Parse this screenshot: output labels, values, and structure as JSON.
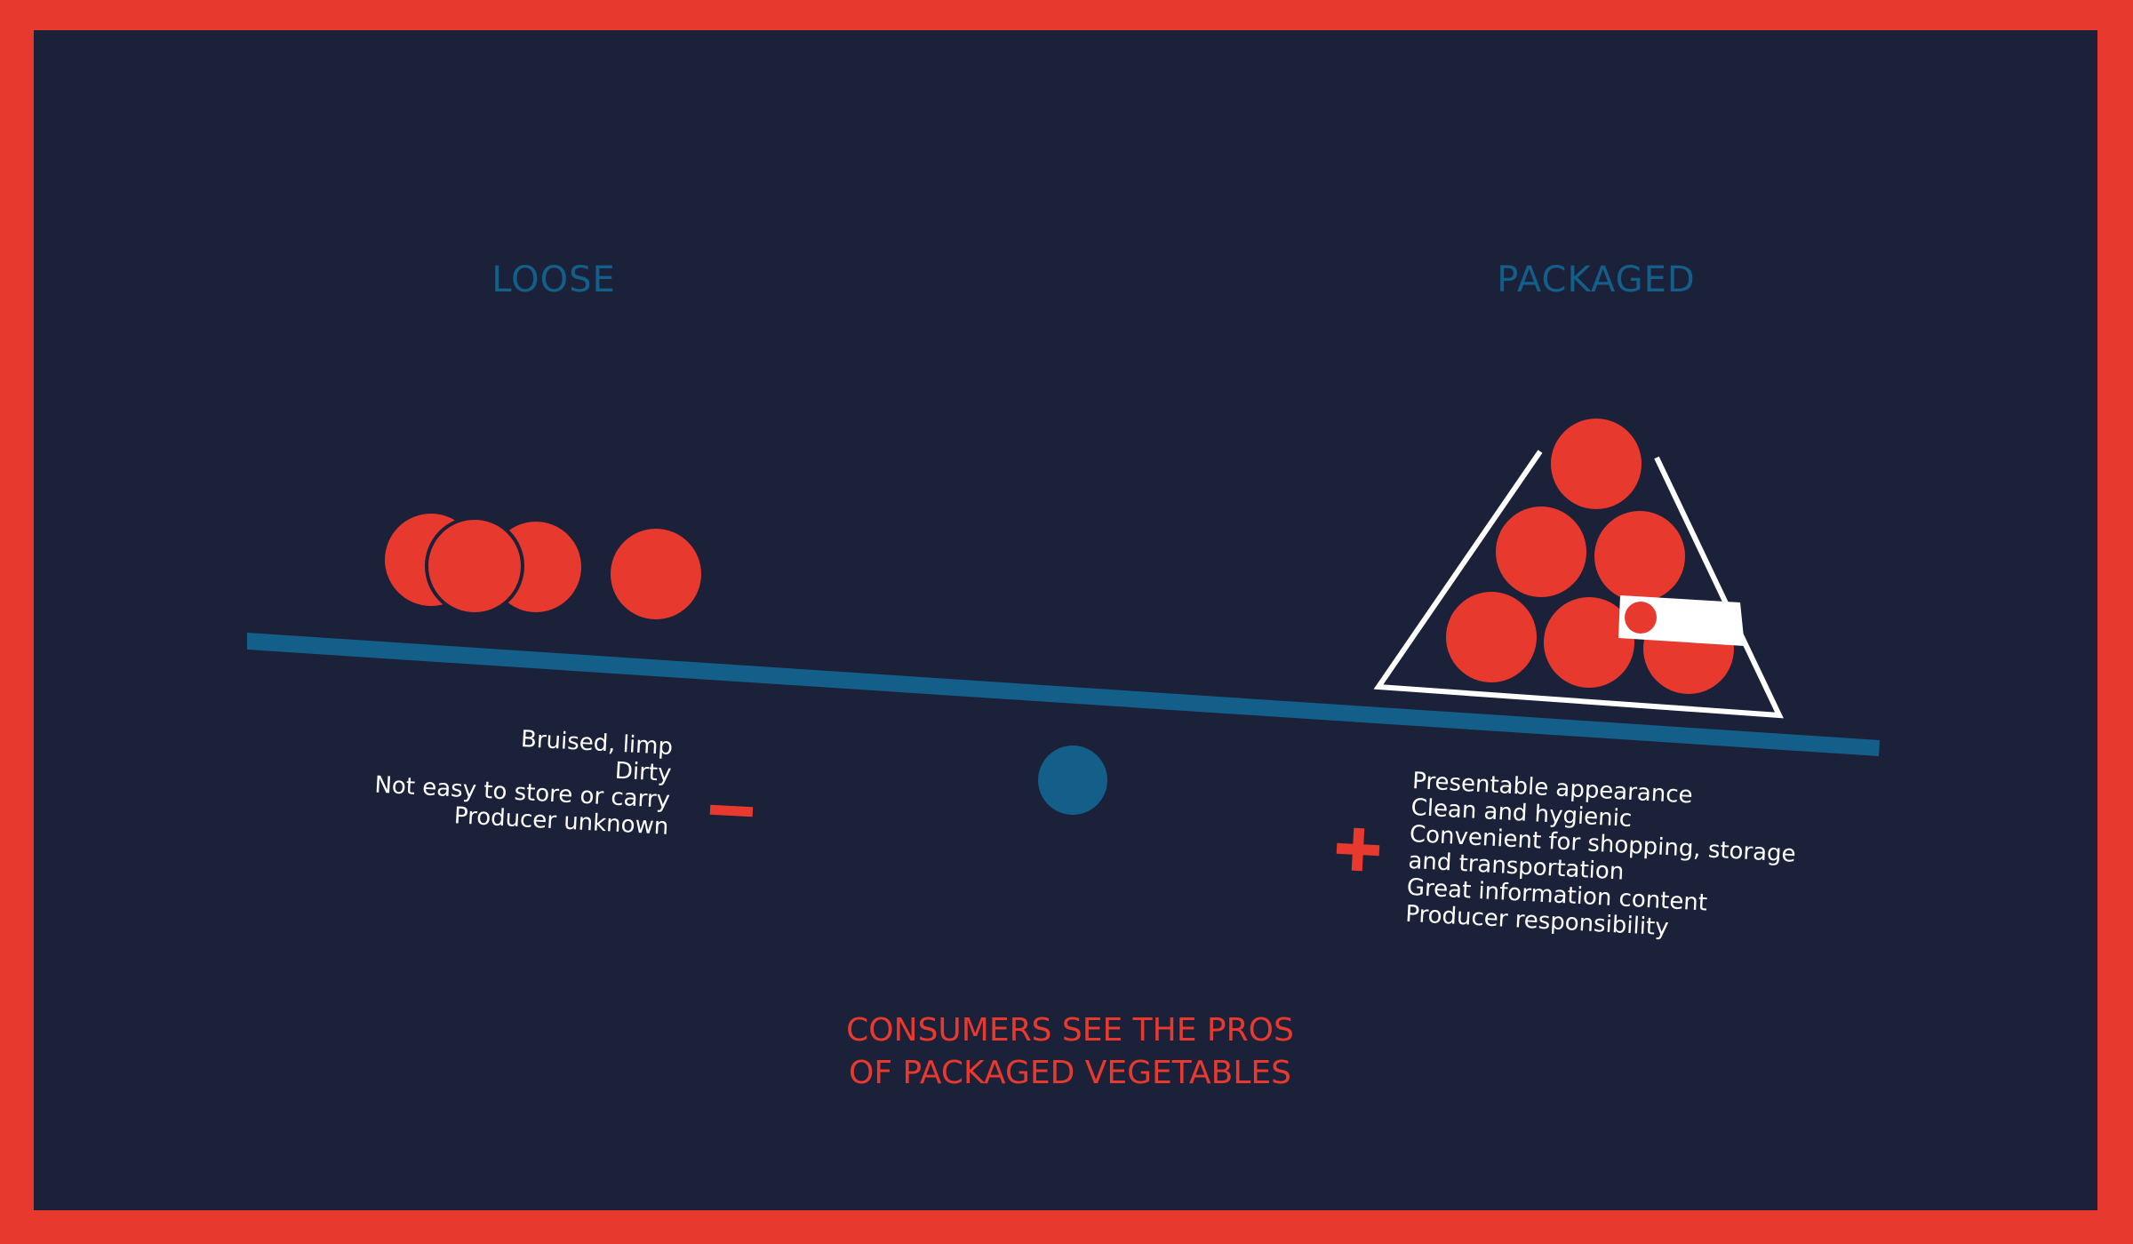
{
  "colors": {
    "frame": "#e8392f",
    "background": "#1b2139",
    "accent_blue": "#145e8a",
    "red": "#e8392f",
    "text": "#ffffff"
  },
  "headings": {
    "loose": "LOOSE",
    "packaged": "PACKAGED"
  },
  "cons": {
    "lines": [
      "Bruised, limp",
      "Dirty",
      "Not easy to store or carry",
      "Producer unknown"
    ],
    "sign": "minus"
  },
  "pros": {
    "lines": [
      "Presentable appearance",
      "Clean and hygienic",
      "Convenient for shopping, storage",
      "and transportation",
      "Great information content",
      "Producer responsibility"
    ],
    "sign": "plus"
  },
  "conclusion": {
    "line1": "CONSUMERS SEE THE PROS",
    "line2": "OF PACKAGED VEGETABLES"
  },
  "icons": {
    "tomato": "red-circle",
    "fulcrum": "blue-circle",
    "package": "triangle-outline",
    "label": "white-tag"
  }
}
